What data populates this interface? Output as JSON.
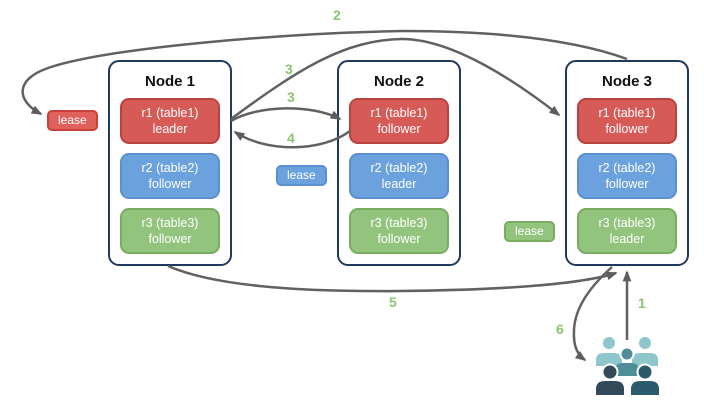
{
  "nodes": [
    {
      "title": "Node 1",
      "replicas": [
        {
          "name": "r1 (table1)",
          "role": "leader",
          "color": "#d65a55"
        },
        {
          "name": "r2 (table2)",
          "role": "follower",
          "color": "#6ba1dc"
        },
        {
          "name": "r3 (table3)",
          "role": "follower",
          "color": "#93c47d"
        }
      ]
    },
    {
      "title": "Node 2",
      "replicas": [
        {
          "name": "r1 (table1)",
          "role": "follower",
          "color": "#d65a55"
        },
        {
          "name": "r2 (table2)",
          "role": "leader",
          "color": "#6ba1dc"
        },
        {
          "name": "r3 (table3)",
          "role": "follower",
          "color": "#93c47d"
        }
      ]
    },
    {
      "title": "Node 3",
      "replicas": [
        {
          "name": "r1 (table1)",
          "role": "follower",
          "color": "#d65a55"
        },
        {
          "name": "r2 (table2)",
          "role": "follower",
          "color": "#6ba1dc"
        },
        {
          "name": "r3 (table3)",
          "role": "leader",
          "color": "#93c47d"
        }
      ]
    }
  ],
  "leases": [
    {
      "label": "lease",
      "color": "#e0605c"
    },
    {
      "label": "lease",
      "color": "#6ba1dc"
    },
    {
      "label": "lease",
      "color": "#93c47d"
    }
  ],
  "step_labels": [
    "1",
    "2",
    "3",
    "3",
    "4",
    "5",
    "6"
  ],
  "icons": {
    "clients": "user-group-icon"
  },
  "colors": {
    "node_border": "#1f3a5f",
    "arrow": "#616161",
    "step_text": "#8dc571",
    "red": "#d65a55",
    "red_border": "#b9433e",
    "blue": "#6ba1dc",
    "blue_border": "#5a90cf",
    "green": "#93c47d",
    "green_border": "#79ac61",
    "people_light": "#8ec7cb",
    "people_mid": "#4f8d99",
    "people_dark_left": "#32495a",
    "people_dark_right": "#2b5a6b"
  }
}
